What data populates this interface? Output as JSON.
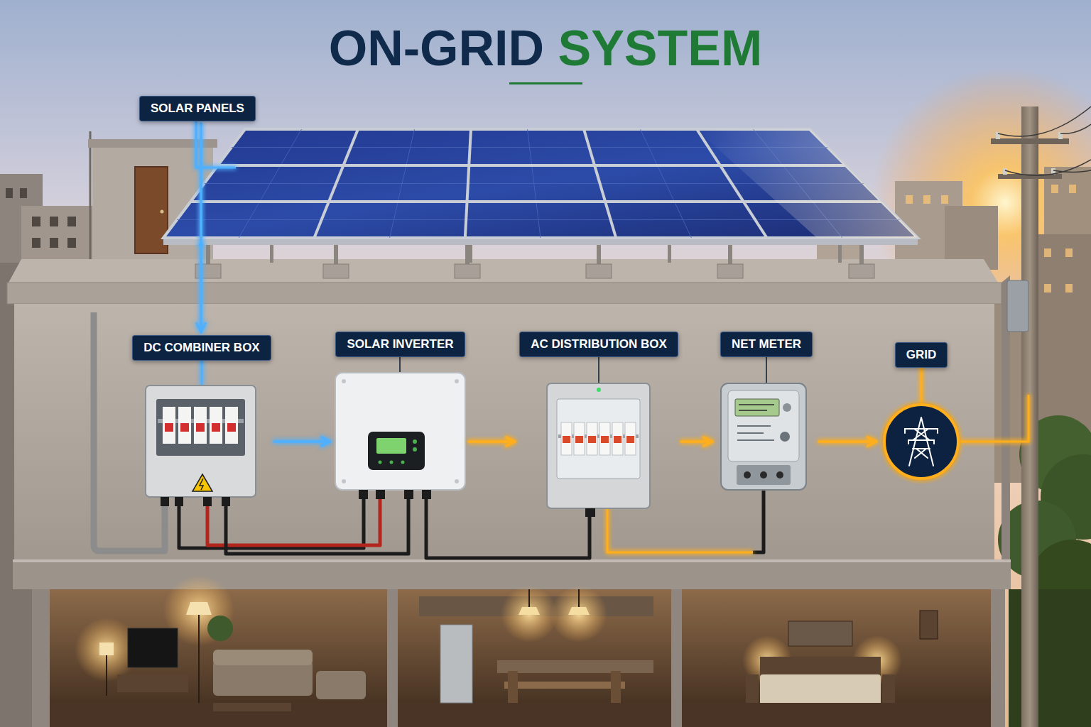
{
  "diagram": {
    "title": "ON-GRID SYSTEM",
    "nodes": [
      {
        "text": [
          "SOLAR PANELS"
        ]
      },
      {
        "text": [
          "DC COMBINER BOX"
        ]
      },
      {
        "text": [
          "SOLAR INVERTER"
        ]
      },
      {
        "text": [
          "AC DISTRIBUTION BOX"
        ]
      },
      {
        "text": [
          "NET METER"
        ]
      },
      {
        "text": [
          "GRID"
        ]
      }
    ],
    "edges": [
      {
        "from": 0,
        "to": 1,
        "arrow": "to"
      },
      {
        "from": 1,
        "to": 2,
        "arrow": "to"
      },
      {
        "from": 2,
        "to": 3,
        "arrow": "to"
      },
      {
        "from": 3,
        "to": 4,
        "arrow": "to"
      },
      {
        "from": 4,
        "to": 5,
        "arrow": "to"
      }
    ]
  }
}
